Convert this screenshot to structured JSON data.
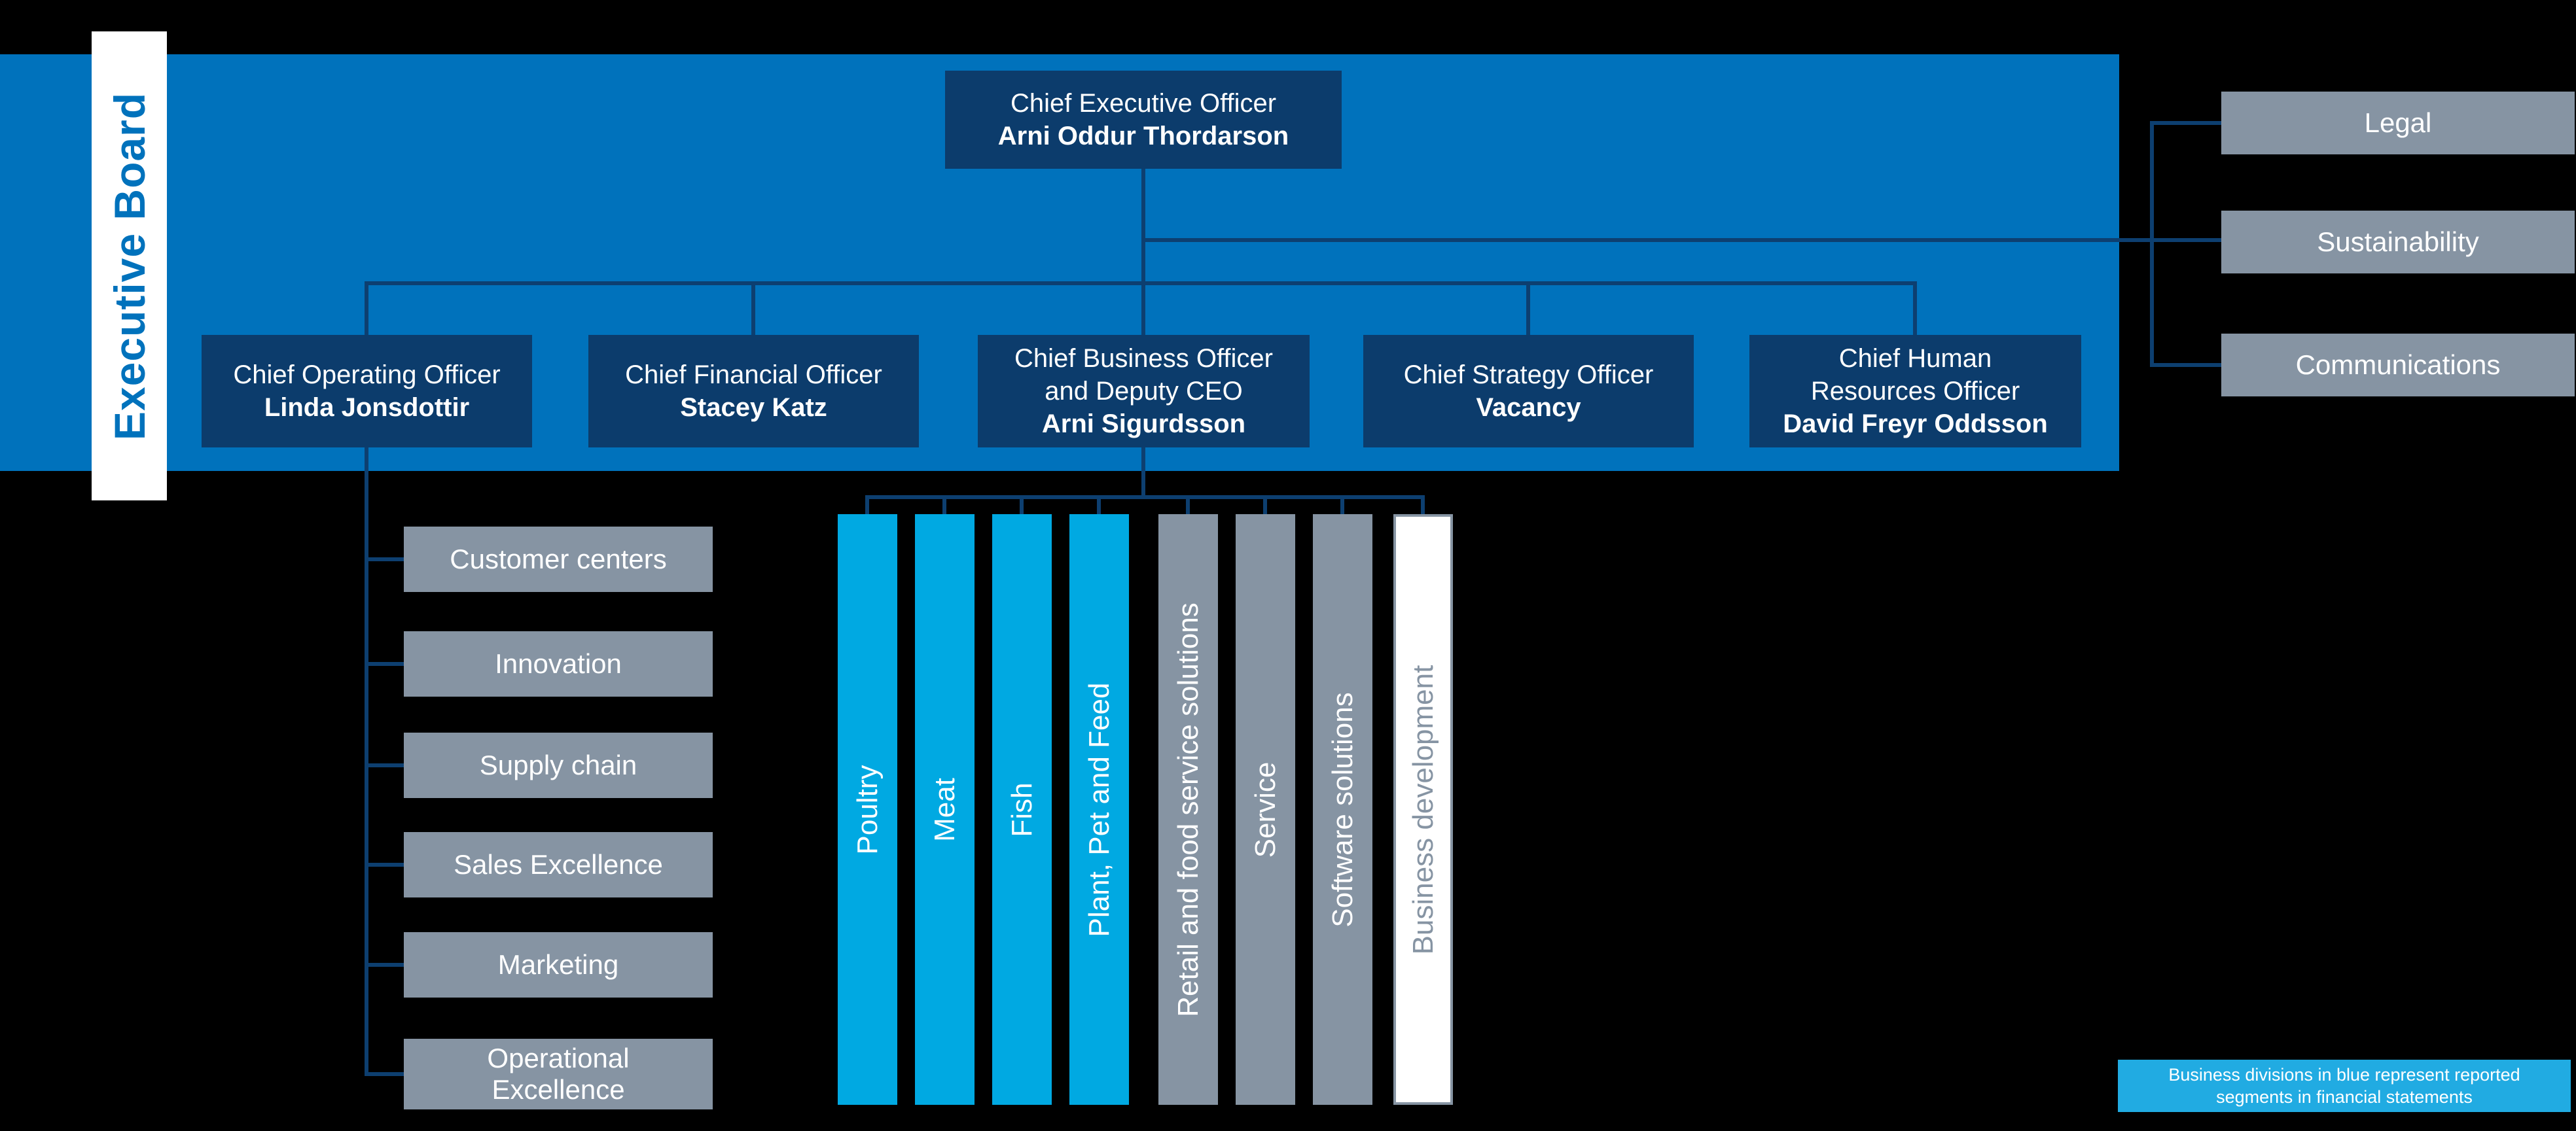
{
  "executive_board_label": "Executive Board",
  "colors": {
    "background": "#000000",
    "banner_blue": "#0072BC",
    "box_navy": "#0C3C6C",
    "connector_line": "#0D3F70",
    "gray": "#8694A3",
    "segment_cyan": "#00A9E2",
    "note_cyan": "#21ABE2",
    "text_white": "#FFFFFF"
  },
  "ceo": {
    "title": "Chief Executive Officer",
    "name": "Arni Oddur Thordarson"
  },
  "executives": [
    {
      "title_lines": [
        "Chief Operating Officer"
      ],
      "name": "Linda Jonsdottir"
    },
    {
      "title_lines": [
        "Chief Financial Officer"
      ],
      "name": "Stacey Katz"
    },
    {
      "title_lines": [
        "Chief Business Officer",
        "and Deputy CEO"
      ],
      "name": "Arni Sigurdsson"
    },
    {
      "title_lines": [
        "Chief Strategy Officer"
      ],
      "name": "Vacancy"
    },
    {
      "title_lines": [
        "Chief Human",
        "Resources Officer"
      ],
      "name": "David Freyr Oddsson"
    }
  ],
  "staff_functions": [
    "Legal",
    "Sustainability",
    "Communications"
  ],
  "coo_departments": [
    "Customer centers",
    "Innovation",
    "Supply chain",
    "Sales Excellence",
    "Marketing",
    "Operational Excellence"
  ],
  "business_divisions": [
    {
      "label": "Poultry",
      "type": "reported-segment"
    },
    {
      "label": "Meat",
      "type": "reported-segment"
    },
    {
      "label": "Fish",
      "type": "reported-segment"
    },
    {
      "label": "Plant, Pet and Feed",
      "type": "reported-segment"
    },
    {
      "label": "Retail and food service solutions",
      "type": "division"
    },
    {
      "label": "Service",
      "type": "division"
    },
    {
      "label": "Software solutions",
      "type": "division"
    },
    {
      "label": "Business development",
      "type": "outline"
    }
  ],
  "note": {
    "line1": "Business divisions in blue represent reported",
    "line2": "segments in financial statements",
    "full_text": "Business divisions in blue represent reported segments in financial statements"
  }
}
